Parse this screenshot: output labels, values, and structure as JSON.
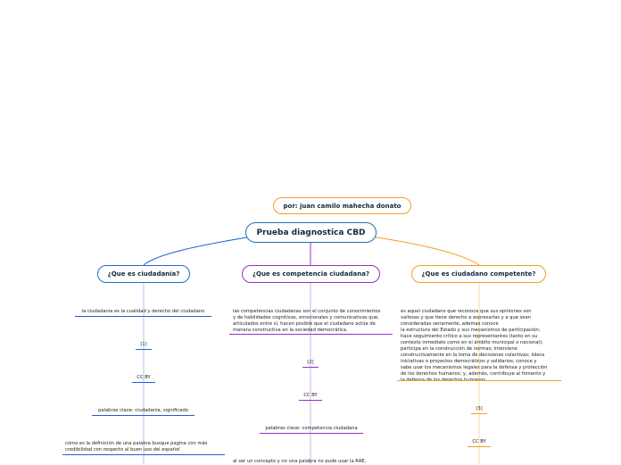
{
  "author": "por: juan camilo mahecha donato",
  "root": "Prueba diagnostica CBD",
  "branches": [
    {
      "question": "¿Que es ciudadanía?",
      "definition": "la ciudadanía es la cualidad y derecho del ciudadano",
      "ref": "[1]",
      "license": "CC BY",
      "keywords": "palabras clave: ciudadanía, significado",
      "note": [
        "como es la definición de una palabra busque pagina con más",
        "credibilidad con respecto al buen uso del español"
      ]
    },
    {
      "question": "¿Que es competencia ciudadana?",
      "definition": [
        "las competencias ciudadanas son el conjunto de conocimientos",
        "y de habilidades cognitivas, emocionales y comunicativas que,",
        "articulados entre sí, hacen posible que el ciudadano actúe de",
        "manera constructiva en la sociedad democrática."
      ],
      "ref": "[2]",
      "license": "CC BY",
      "keywords": "palabras clave: competencia ciudadana",
      "note": "al ser un concepto y no una palabra no pude usar la RAE,"
    },
    {
      "question": "¿Que es ciudadano competente?",
      "definition": [
        "es aquel ciudadano que reconoce que sus opiniones son",
        "valiosas y que tiene derecho a expresarlas y a que sean",
        "consideradas seriamente, ademas conoce",
        " la estructura del Estado y sus mecanismos de participación;",
        "hace seguimiento crítico a sus representantes (tanto en su",
        "contexto inmediato como en el ámbito municipal o nacional);",
        "participa en la construcción de normas; interviene",
        "constructivamente en la toma de decisiones colectivas; lidera",
        "iniciativas o proyectos democráticos y solidarios; conoce y",
        "sabe usar los mecanismos legales para la defensa y protección",
        "de los derechos humanos; y, además, contribuye al fomento y",
        "la defensa de los derechos humanos."
      ],
      "ref": "[3]",
      "license": "CC BY"
    }
  ],
  "colors": {
    "blue": "#1f5fd0",
    "purple": "#9b30c8",
    "orange": "#f0a020"
  }
}
